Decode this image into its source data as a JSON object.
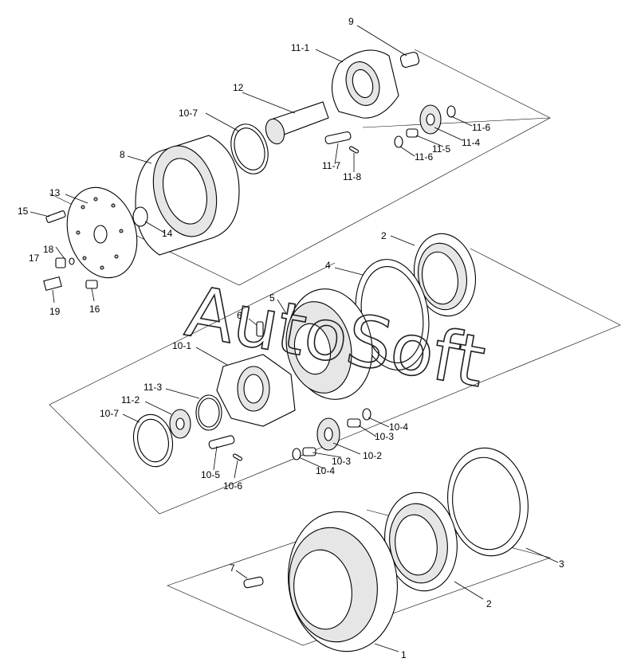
{
  "watermark": "AutoSoft",
  "callouts": {
    "c1": "1",
    "c2a": "2",
    "c2b": "2",
    "c3": "3",
    "c4": "4",
    "c5": "5",
    "c6": "6",
    "c7": "7",
    "c8": "8",
    "c9": "9",
    "c10_1": "10-1",
    "c10_2": "10-2",
    "c10_3a": "10-3",
    "c10_3b": "10-3",
    "c10_4a": "10-4",
    "c10_4b": "10-4",
    "c10_5": "10-5",
    "c10_6": "10-6",
    "c10_7a": "10-7",
    "c10_7b": "10-7",
    "c11_1": "11-1",
    "c11_2": "11-2",
    "c11_3": "11-3",
    "c11_4": "11-4",
    "c11_5": "11-5",
    "c11_6a": "11-6",
    "c11_6b": "11-6",
    "c11_7": "11-7",
    "c11_8": "11-8",
    "c12": "12",
    "c13": "13",
    "c14": "14",
    "c15": "15",
    "c16": "16",
    "c17": "17",
    "c18": "18",
    "c19": "19"
  }
}
